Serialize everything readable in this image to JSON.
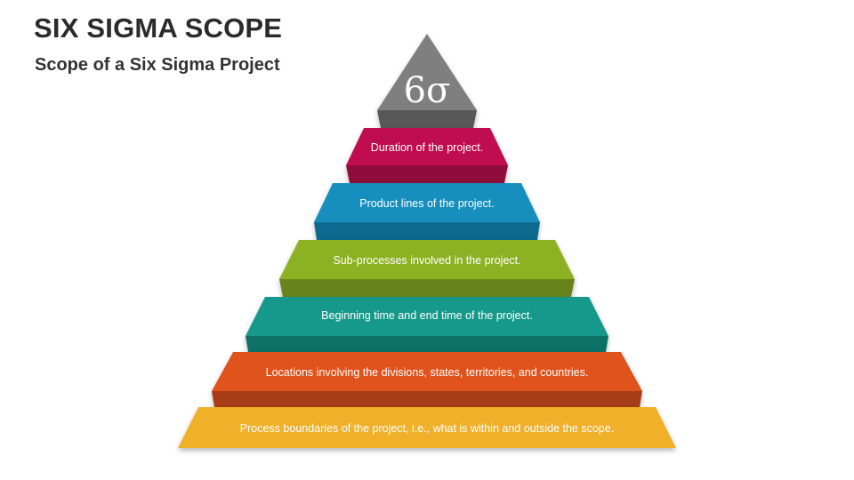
{
  "slide": {
    "title": "SIX SIGMA SCOPE",
    "subtitle": "Scope of a Six Sigma Project"
  },
  "pyramid": {
    "apex": {
      "label": "6σ",
      "color": "#7f7f7f",
      "shade": "#595959"
    },
    "tiers": [
      {
        "label": "Duration of the project.",
        "color": "#c0114f",
        "shade": "#8e0c3b"
      },
      {
        "label": "Product lines of the project.",
        "color": "#168fbf",
        "shade": "#106a8e"
      },
      {
        "label": "Sub-processes involved in the project.",
        "color": "#8cb123",
        "shade": "#67831a"
      },
      {
        "label": "Beginning time and end time of the project.",
        "color": "#16998a",
        "shade": "#0f7166"
      },
      {
        "label": "Locations involving the divisions, states, territories, and countries.",
        "color": "#e0521c",
        "shade": "#a63c14"
      },
      {
        "label": "Process boundaries of the project, i.e., what is within and outside the scope.",
        "color": "#f0b02a",
        "shade": "#b3831f"
      }
    ]
  }
}
